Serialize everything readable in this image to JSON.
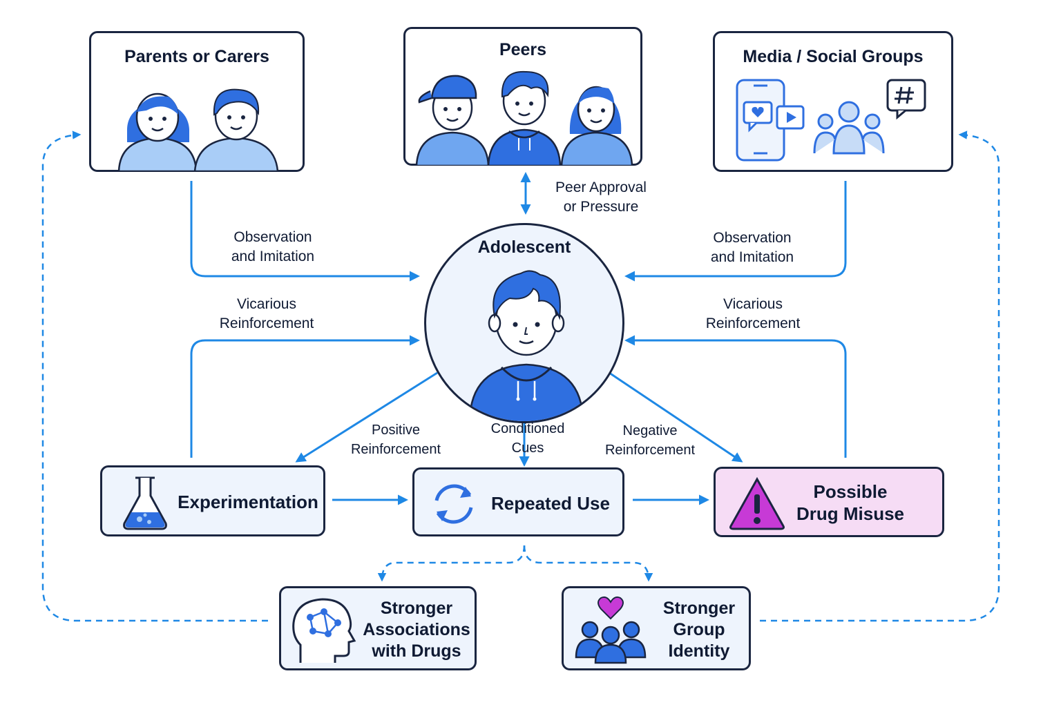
{
  "sources": {
    "parents": {
      "title": "Parents or Carers"
    },
    "peers": {
      "title": "Peers"
    },
    "media": {
      "title": "Media / Social Groups"
    }
  },
  "center": {
    "title": "Adolescent"
  },
  "edge_labels": {
    "peer_approval": "Peer Approval\nor Pressure",
    "observation_left": "Observation\nand Imitation",
    "observation_right": "Observation\nand Imitation",
    "vicarious_left": "Vicarious\nReinforcement",
    "vicarious_right": "Vicarious\nReinforcement",
    "positive": "Positive\nReinforcement",
    "conditioned": "Conditioned\nCues",
    "negative": "Negative\nReinforcement"
  },
  "stages": {
    "experimentation": "Experimentation",
    "repeated_use": "Repeated Use",
    "misuse": "Possible\nDrug Misuse"
  },
  "outcomes": {
    "associations": "Stronger\nAssociations\nwith Drugs",
    "identity": "Stronger\nGroup\nIdentity"
  },
  "colors": {
    "arrow": "#1e88e5",
    "border": "#1a2540",
    "icon_blue": "#2f6fe0",
    "icon_light": "#a9cdf7",
    "warning": "#c73ad6",
    "warning_bg": "#f6dcf5"
  }
}
